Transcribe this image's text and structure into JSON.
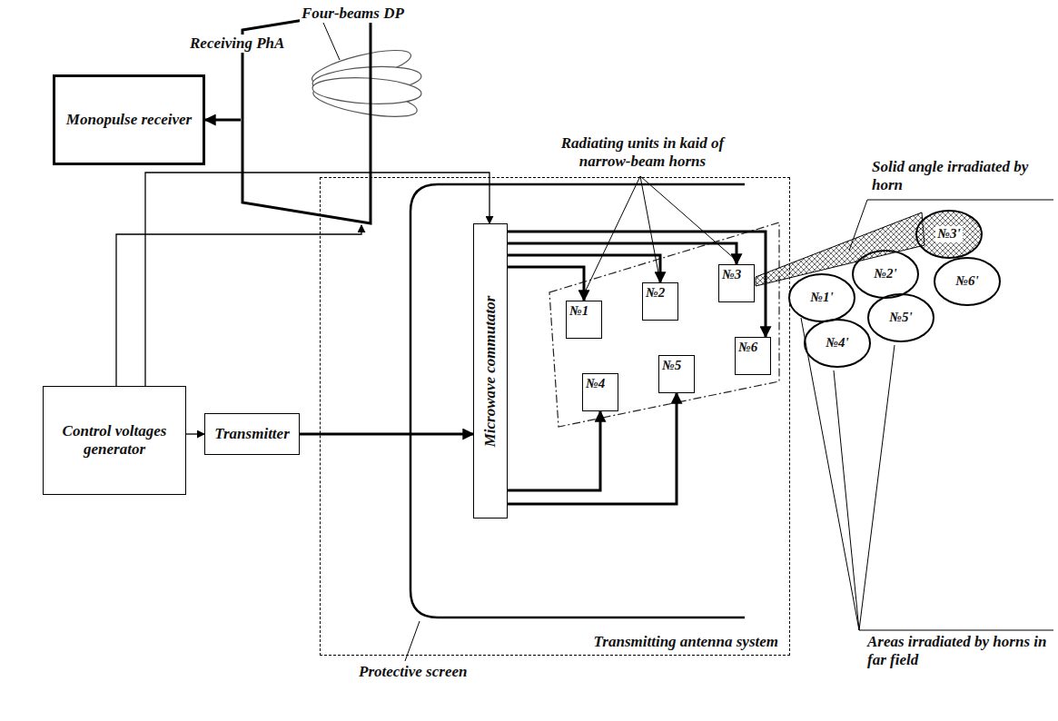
{
  "diagram": {
    "nodes": [
      {
        "text": [
          "Receiving PhA"
        ]
      },
      {
        "text": [
          "Monopulse receiver"
        ]
      },
      {
        "text": [
          "Control voltages generator"
        ]
      },
      {
        "text": [
          "Transmitter"
        ]
      },
      {
        "text": [
          "Transmitting antenna system"
        ]
      },
      {
        "text": [
          "Microwave commutator"
        ],
        "in": 4
      },
      {
        "text": [
          "№1"
        ],
        "in": 4
      },
      {
        "text": [
          "№2"
        ],
        "in": 4
      },
      {
        "text": [
          "№3"
        ],
        "in": 4
      },
      {
        "text": [
          "№4"
        ],
        "in": 4
      },
      {
        "text": [
          "№5"
        ],
        "in": 4
      },
      {
        "text": [
          "№6"
        ],
        "in": 4
      },
      {
        "text": [
          "№1'"
        ]
      },
      {
        "text": [
          "№2'"
        ]
      },
      {
        "text": [
          "№3'"
        ]
      },
      {
        "text": [
          "№4'"
        ]
      },
      {
        "text": [
          "№5'"
        ]
      },
      {
        "text": [
          "№6'"
        ]
      }
    ],
    "edges": [
      {
        "from": 0,
        "to": 1,
        "arrow": "to"
      },
      {
        "from": 2,
        "to": 0,
        "arrow": "to"
      },
      {
        "from": 2,
        "to": 5,
        "arrow": "to"
      },
      {
        "from": 2,
        "to": 3,
        "arrow": "to"
      },
      {
        "from": 3,
        "to": 5,
        "arrow": "to"
      },
      {
        "from": 5,
        "to": 6,
        "arrow": "to"
      },
      {
        "from": 5,
        "to": 7,
        "arrow": "to"
      },
      {
        "from": 5,
        "to": 8,
        "arrow": "to"
      },
      {
        "from": 5,
        "to": 9,
        "arrow": "to"
      },
      {
        "from": 5,
        "to": 10,
        "arrow": "to"
      },
      {
        "from": 5,
        "to": 11,
        "arrow": "to"
      }
    ],
    "labels": [
      "Four-beams DP",
      "Radiating units in kaid of narrow-beam horns",
      "Solid angle irradiated by horn",
      "Areas irradiated by horns in far field",
      "Protective screen"
    ]
  }
}
